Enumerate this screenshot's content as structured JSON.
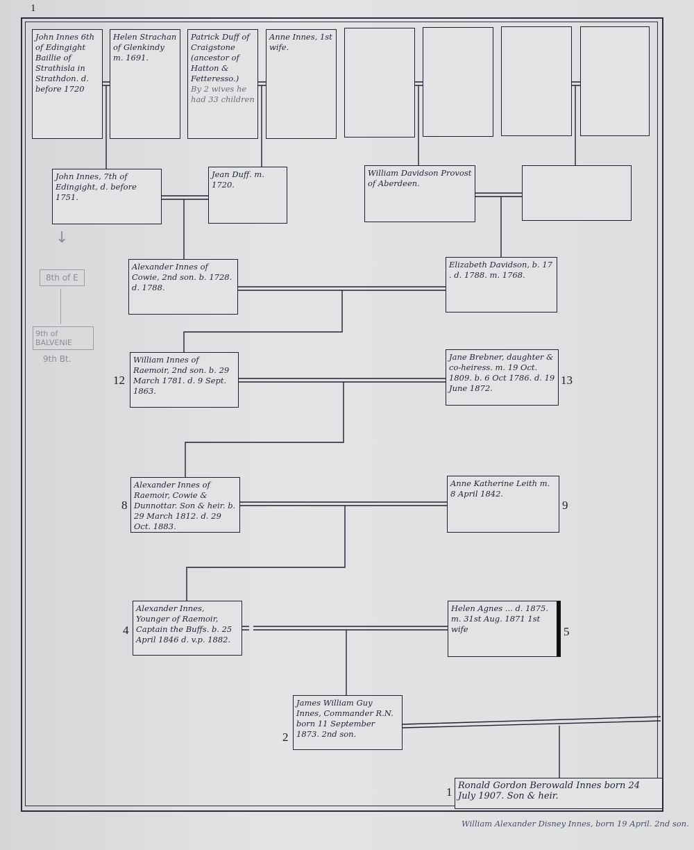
{
  "page_number": "1",
  "ancestors_top": [
    {
      "text": "John Innes 6th of Edingight Baillie of Strathisla in Strathdon. d. before 1720"
    },
    {
      "text": "Helen Strachan of Glenkindy m. 1691."
    },
    {
      "text": "Patrick Duff of Craigstone (ancestor of Hatton & Fetteresso.)",
      "note": "By 2 wives he had 33 children"
    },
    {
      "text": "Anne Innes, 1st wife."
    },
    {
      "text": ""
    },
    {
      "text": ""
    },
    {
      "text": ""
    },
    {
      "text": ""
    }
  ],
  "generation2": [
    {
      "text": "John Innes, 7th of Edingight, d. before 1751."
    },
    {
      "text": "Jean Duff. m. 1720."
    },
    {
      "text": "William Davidson Provost of Aberdeen."
    },
    {
      "text": ""
    }
  ],
  "generation3": [
    {
      "text": "Alexander Innes of Cowie, 2nd son. b. 1728. d. 1788."
    },
    {
      "text": "Elizabeth Davidson, b. 17    . d. 1788. m. 1768."
    }
  ],
  "generation4": [
    {
      "number": "12",
      "text": "William Innes of Raemoir, 2nd son. b. 29 March 1781. d. 9 Sept. 1863."
    },
    {
      "number": "13",
      "text": "Jane Brebner, daughter & co-heiress. m. 19 Oct. 1809. b. 6 Oct 1786. d. 19 June 1872."
    }
  ],
  "generation5": [
    {
      "number": "8",
      "text": "Alexander Innes of Raemoir, Cowie & Dunnottar. Son & heir. b. 29 March 1812. d. 29 Oct. 1883."
    },
    {
      "number": "9",
      "text": "Anne Katherine Leith m. 8 April 1842."
    }
  ],
  "generation6": [
    {
      "number": "4",
      "text": "Alexander Innes, Younger of Raemoir, Captain the Buffs. b. 25 April 1846 d. v.p. 1882."
    },
    {
      "number": "5",
      "text": "Helen Agnes ... d. 1875. m. 31st Aug. 1871 1st wife"
    }
  ],
  "generation7": {
    "number": "2",
    "text": "James William Guy Innes, Commander R.N. born 11 September 1873. 2nd son."
  },
  "generation8": {
    "number": "1",
    "text": "Ronald Gordon Berowald Innes born 24 July 1907. Son & heir."
  },
  "footnote": "William Alexander Disney Innes, born 19 April. 2nd son.",
  "pencil_notes": {
    "arrow": "↓",
    "note1": "8th of E",
    "note2": "9th of BALVENIE",
    "note3": "9th Bt."
  }
}
